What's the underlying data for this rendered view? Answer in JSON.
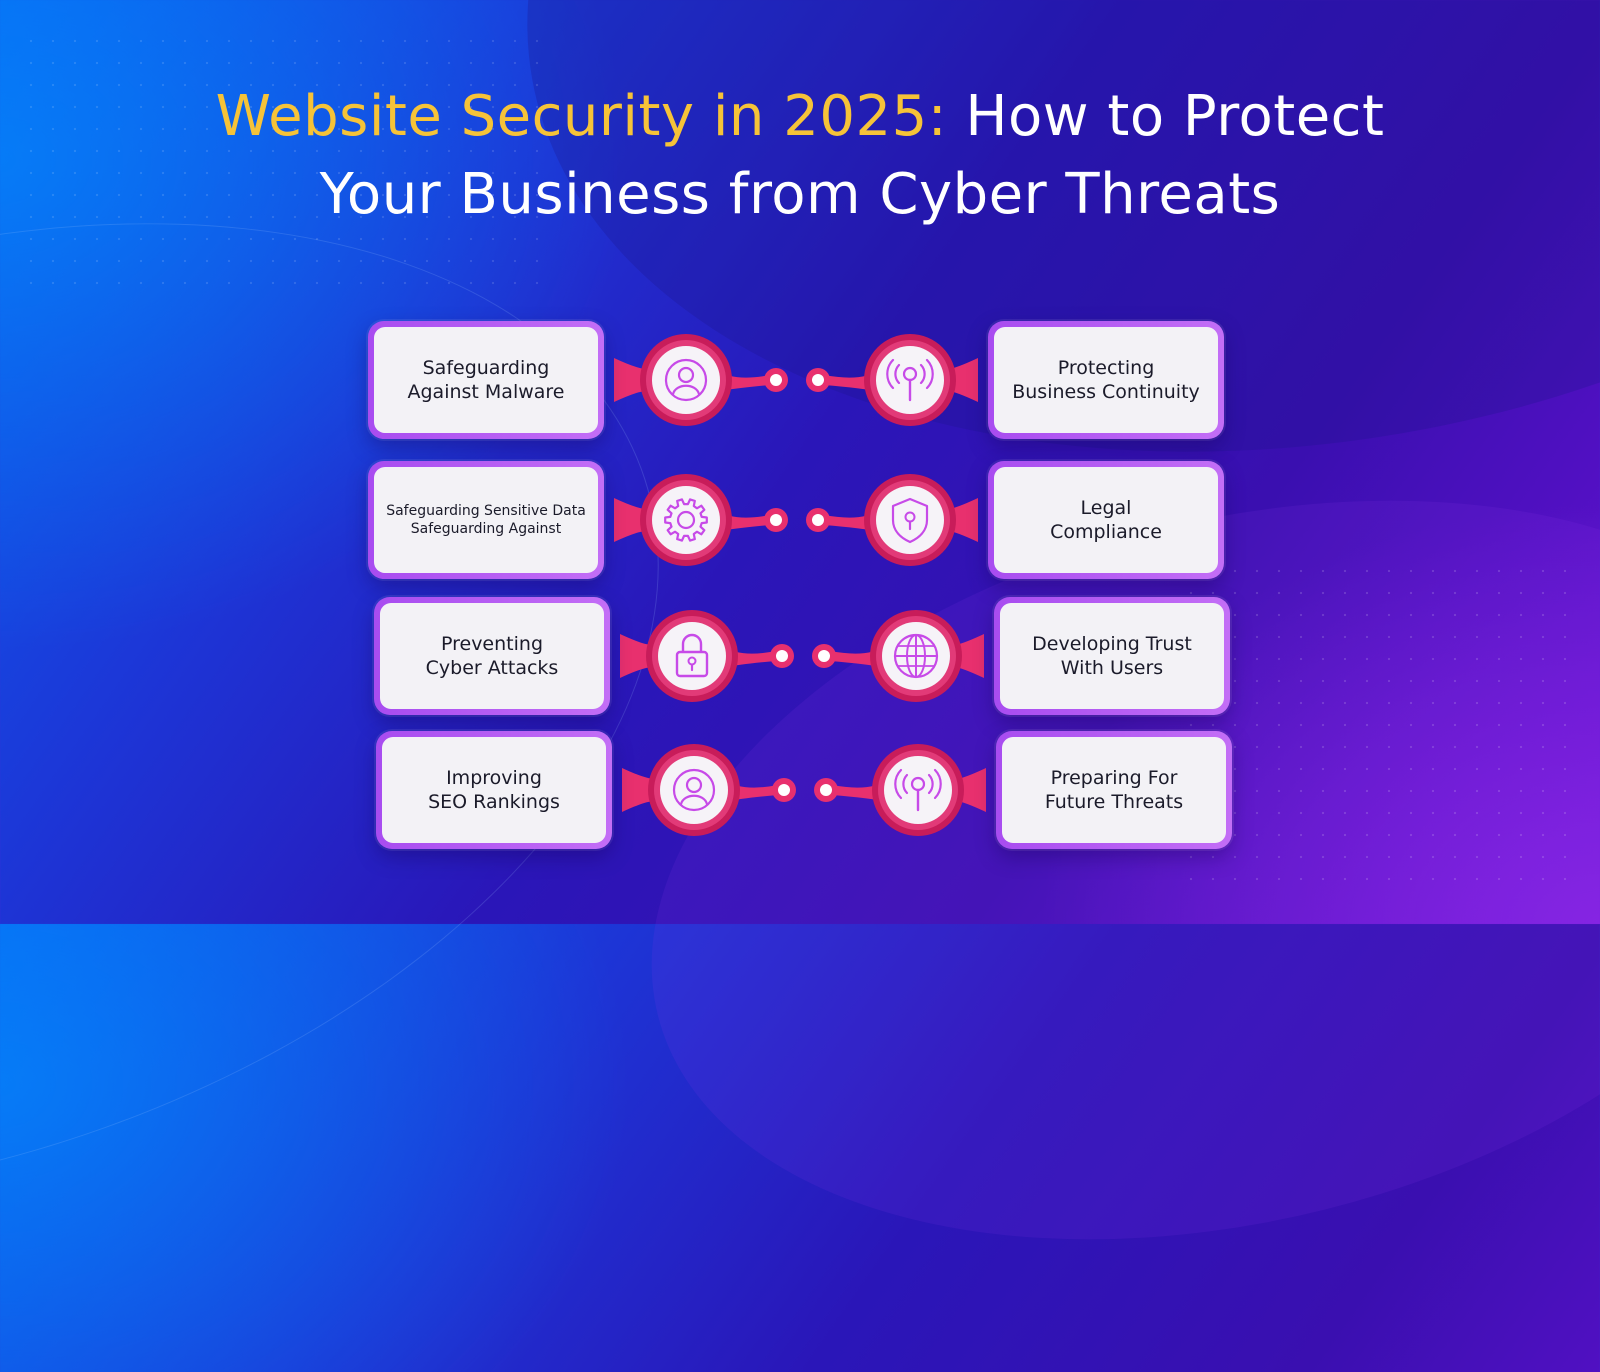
{
  "title": {
    "highlight": "Website Security in 2025:",
    "line1_rest": "How to Protect",
    "line2": "Your Business from Cyber Threats"
  },
  "colors": {
    "title_highlight": "#f6c338",
    "connector": "#e8306e",
    "node_ring": "#c81c5a",
    "node_icon": "#c74ae8",
    "card_border": "#b05cf2",
    "card_fill": "#f3f2f6"
  },
  "items": {
    "left": [
      {
        "line1": "Safeguarding",
        "line2": "Against Malware",
        "icon": "user-circle-icon",
        "small": false
      },
      {
        "line1": "Safeguarding Sensitive Data",
        "line2": "Safeguarding Against",
        "icon": "gear-icon",
        "small": true
      },
      {
        "line1": "Preventing",
        "line2": "Cyber Attacks",
        "icon": "padlock-icon",
        "small": false
      },
      {
        "line1": "Improving",
        "line2": "SEO Rankings",
        "icon": "user-circle-icon",
        "small": false
      }
    ],
    "right": [
      {
        "line1": "Protecting",
        "line2": "Business Continuity",
        "icon": "signal-tower-icon",
        "small": false
      },
      {
        "line1": "Legal",
        "line2": "Compliance",
        "icon": "shield-lock-icon",
        "small": false
      },
      {
        "line1": "Developing Trust",
        "line2": "With Users",
        "icon": "globe-icon",
        "small": false
      },
      {
        "line1": "Preparing For",
        "line2": "Future Threats",
        "icon": "signal-tower-icon",
        "small": false
      }
    ]
  }
}
